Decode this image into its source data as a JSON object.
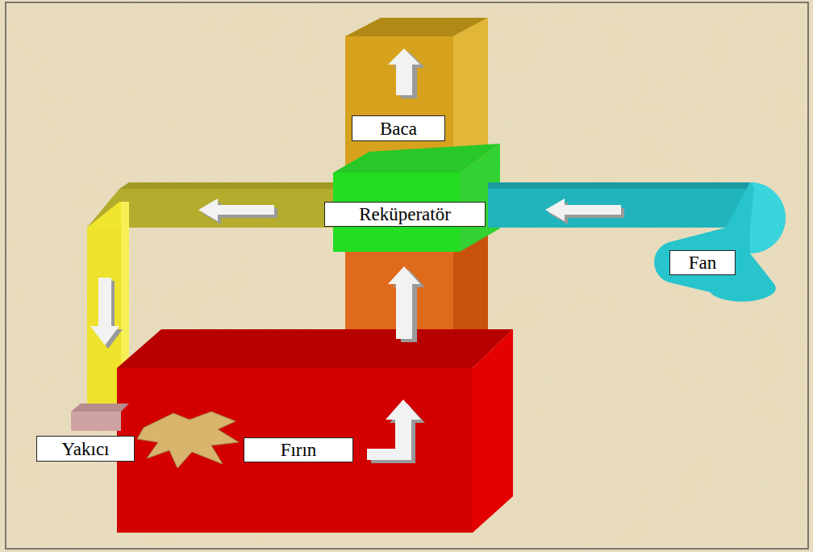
{
  "diagram": {
    "nodes": [
      {
        "text": [
          "Baca"
        ]
      },
      {
        "text": [
          "Reküperatör"
        ]
      },
      {
        "text": [
          "Fan"
        ]
      },
      {
        "text": [
          "Yakıcı"
        ]
      },
      {
        "text": [
          "Fırın"
        ]
      }
    ]
  }
}
